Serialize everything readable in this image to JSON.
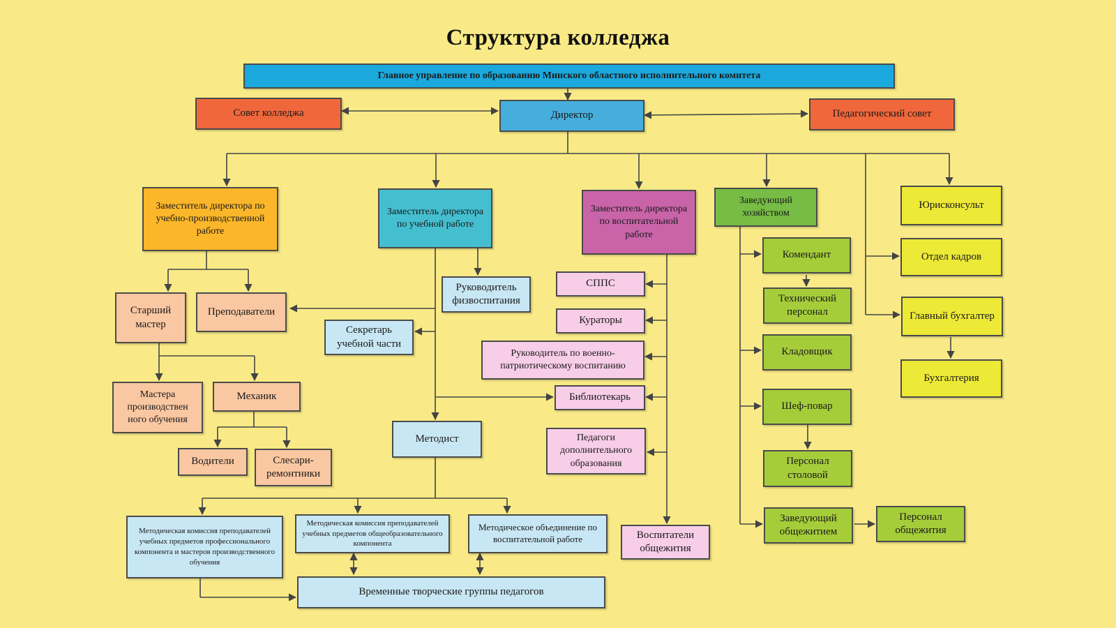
{
  "title": "Структура колледжа",
  "colors": {
    "background": "#f9ea87",
    "blue_header": "#1ba9dd",
    "director": "#45aedd",
    "red": "#f0673b",
    "orange": "#fbb62a",
    "teal": "#45bfcf",
    "magenta": "#c964a9",
    "green": "#76bc45",
    "lime": "#a5cd3a",
    "yellow": "#ede937",
    "peach": "#f9c7a1",
    "light_blue": "#c8e7f4",
    "pink": "#f7cde7",
    "line": "#444444"
  },
  "nodes": {
    "ministry": "Главное управление по образованию Минского областного исполнительного комитета",
    "council": "Совет колледжа",
    "director": "Директор",
    "ped_council": "Педагогический совет",
    "deputy_prod": "Заместитель директора по учебно-производственной работе",
    "deputy_edu": "Заместитель директора по учебной работе",
    "deputy_upbr": "Заместитель директора по воспитательной работе",
    "head_household": "Заведующий хозяйством",
    "lawyer": "Юрисконсульт",
    "hr": "Отдел кадров",
    "chief_accountant": "Главный бухгалтер",
    "accounting": "Бухгалтерия",
    "senior_master": "Старший мастер",
    "teachers": "Преподаватели",
    "masters": "Мастера производствен ного обучения",
    "mechanic": "Механик",
    "drivers": "Водители",
    "repairers": "Слесари-ремонтники",
    "pe_head": "Руководитель физвоспитания",
    "secretary": "Секретарь учебной части",
    "methodist": "Методист",
    "spps": "СППС",
    "curators": "Кураторы",
    "mil_patriot": "Руководитель по военно-патриотическому воспитанию",
    "librarian": "Библиотекарь",
    "extra_ed": "Педагоги дополнительного образования",
    "dorm_educators": "Воспитатели общежития",
    "commandant": "Комендант",
    "tech_staff": "Технический персонал",
    "storekeeper": "Кладовщик",
    "chef": "Шеф-повар",
    "canteen_staff": "Персонал столовой",
    "dorm_head": "Заведующий общежитием",
    "dorm_staff": "Персонал общежития",
    "mk_prof": "Методическая комиссия преподавателей учебных предметов профессионального компонента и мастеров производственного обучения",
    "mk_general": "Методическая комиссия преподавателей учебных предметов общеобразовательного компонента",
    "mo_upbr": "Методическое объединение по воспитательной работе",
    "creative_groups": "Временные творческие группы педагогов"
  }
}
